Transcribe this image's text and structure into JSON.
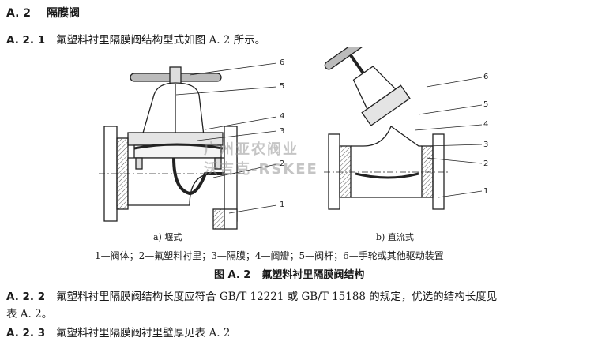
{
  "section": {
    "number": "A. 2",
    "title": "隔膜阀"
  },
  "para_a21": {
    "number": "A. 2. 1",
    "text": "氟塑料衬里隔膜阀结构型式如图 A. 2 所示。"
  },
  "figure": {
    "sub_a": "a)  堰式",
    "sub_b": "b)  直流式",
    "legend": "1—阀体；2—氟塑料衬里；3—隔膜；4—阀瓣；5—阀杆；6—手轮或其他驱动装置",
    "title_number": "图 A. 2",
    "title_text": "氟塑料衬里隔膜阀结构",
    "callouts_a": [
      "6",
      "5",
      "4",
      "3",
      "2",
      "1"
    ],
    "callouts_b": [
      "6",
      "5",
      "4",
      "3",
      "2",
      "1"
    ],
    "watermark_line1": "广州亚农阀业",
    "watermark_line2": "沃吉克-RSKEE"
  },
  "para_a22": {
    "number": "A. 2. 2",
    "text": "氟塑料衬里隔膜阀结构长度应符合 GB/T 12221 或 GB/T 15188 的规定，优选的结构长度见",
    "text_cont": "表 A. 2。"
  },
  "para_a23": {
    "number": "A. 2. 3",
    "text": "氟塑料衬里隔膜阀衬里壁厚见表 A. 2"
  }
}
